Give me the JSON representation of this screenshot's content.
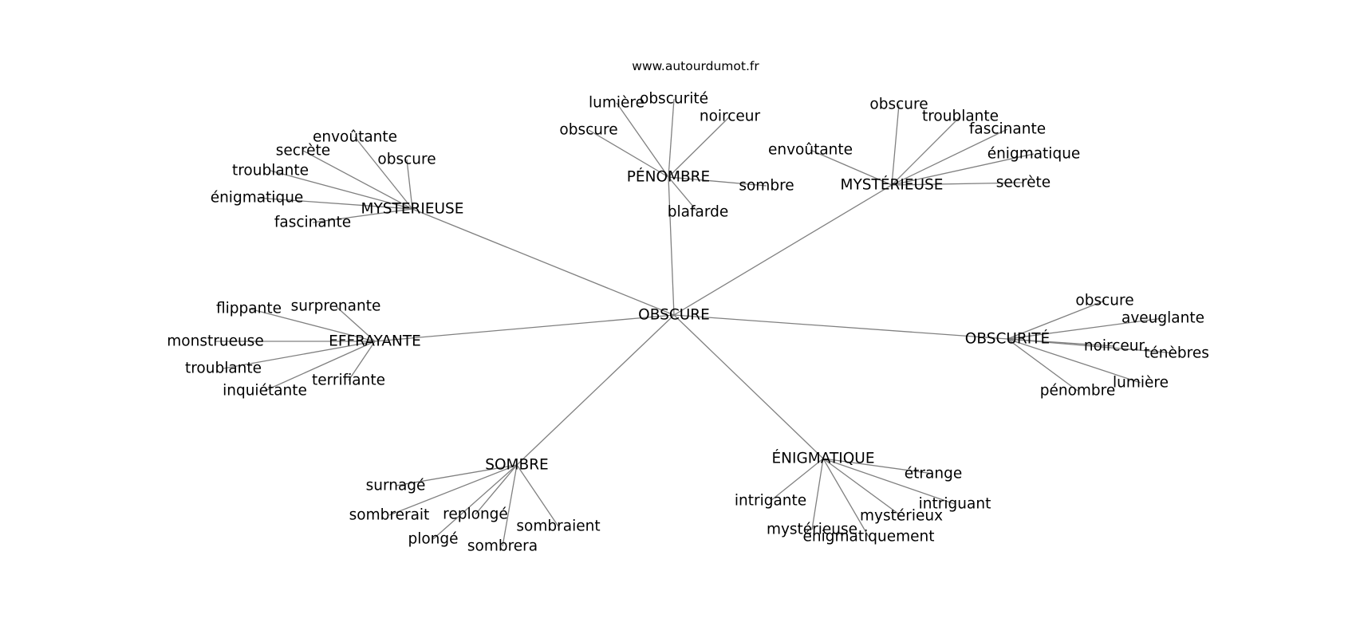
{
  "source": "www.autourdumot.fr",
  "colors": {
    "edge": "#808080",
    "text": "#000000",
    "background": "#ffffff"
  },
  "graph": {
    "center": "OBSCURE",
    "clusters": [
      {
        "label": "MYSTERIEUSE",
        "words": [
          "envoûtante",
          "secrète",
          "troublante",
          "obscure",
          "énigmatique",
          "fascinante"
        ]
      },
      {
        "label": "PÉNOMBRE",
        "words": [
          "lumière",
          "obscurité",
          "noirceur",
          "obscure",
          "sombre",
          "blafarde"
        ]
      },
      {
        "label": "MYSTÉRIEUSE",
        "words": [
          "obscure",
          "troublante",
          "fascinante",
          "envoûtante",
          "énigmatique",
          "secrète"
        ]
      },
      {
        "label": "EFFRAYANTE",
        "words": [
          "flippante",
          "surprenante",
          "monstrueuse",
          "troublante",
          "terrifiante",
          "inquiétante"
        ]
      },
      {
        "label": "OBSCURITÉ",
        "words": [
          "obscure",
          "aveuglante",
          "noirceur",
          "ténèbres",
          "lumière",
          "pénombre"
        ]
      },
      {
        "label": "SOMBRE",
        "words": [
          "surnagé",
          "sombrerait",
          "replongé",
          "sombraient",
          "plongé",
          "sombrera"
        ]
      },
      {
        "label": "ÉNIGMATIQUE",
        "words": [
          "étrange",
          "intrigante",
          "intriguant",
          "mystérieux",
          "mystérieuse",
          "énigmatiquement"
        ]
      }
    ]
  }
}
